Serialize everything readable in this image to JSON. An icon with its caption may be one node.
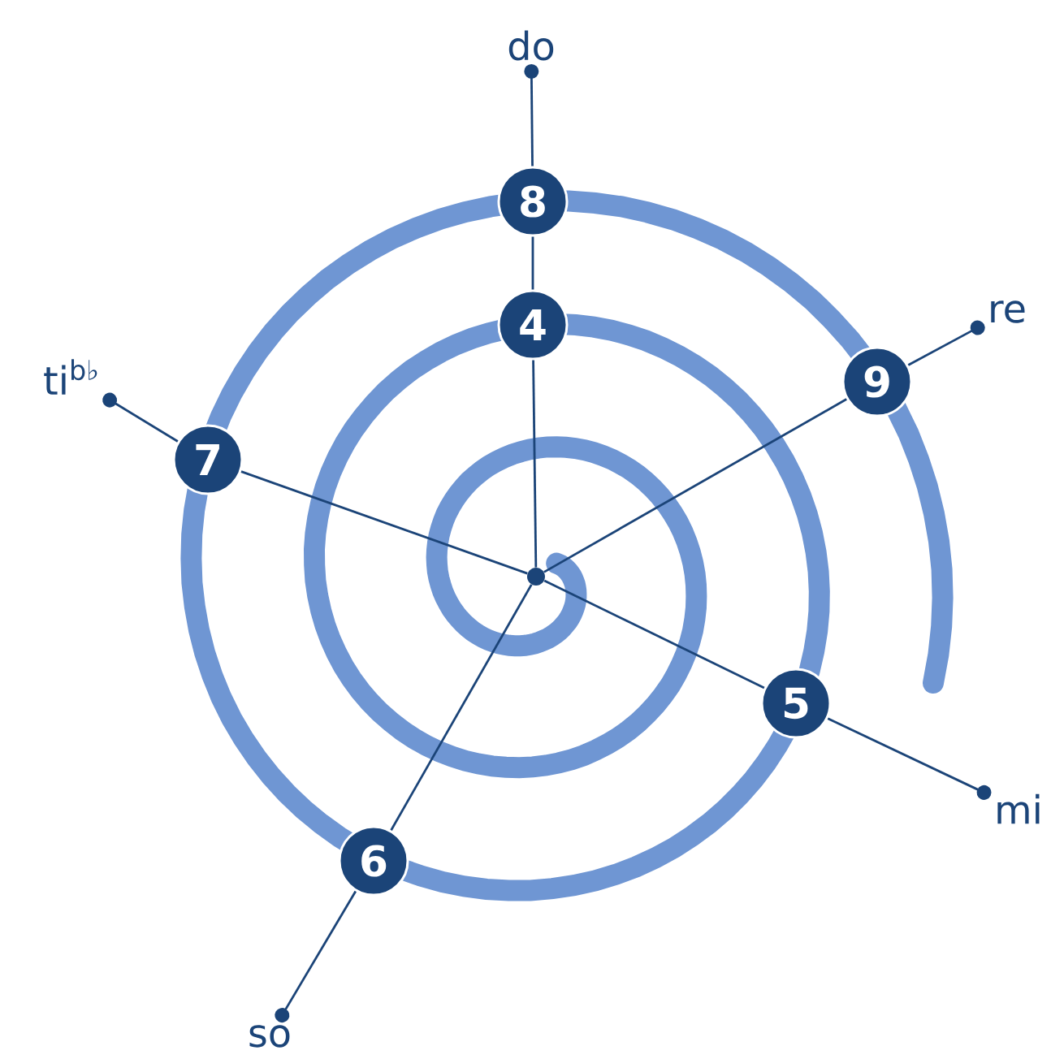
{
  "diagram": {
    "nodes": [
      {
        "text": [
          "do"
        ]
      },
      {
        "text": [
          "8"
        ]
      },
      {
        "text": [
          "4"
        ]
      },
      {
        "text": [
          "ti$^{b♭}$"
        ]
      },
      {
        "text": [
          "7"
        ]
      },
      {
        "text": [
          "re"
        ]
      },
      {
        "text": [
          "9"
        ]
      },
      {
        "text": [],
        "shape": "circle"
      },
      {
        "text": [
          "5"
        ]
      },
      {
        "text": [
          "mi"
        ]
      },
      {
        "text": [
          "6"
        ]
      },
      {
        "text": [
          "so"
        ]
      }
    ],
    "edges": [
      {
        "from": 7,
        "to": 2,
        "arrow": "none"
      },
      {
        "from": 2,
        "to": 1,
        "arrow": "none"
      },
      {
        "from": 1,
        "to": 0,
        "arrow": "other"
      },
      {
        "from": 7,
        "to": 6,
        "arrow": "none"
      },
      {
        "from": 6,
        "to": 5,
        "arrow": "other"
      },
      {
        "from": 7,
        "to": 8,
        "arrow": "none"
      },
      {
        "from": 8,
        "to": 9,
        "arrow": "other"
      },
      {
        "from": 7,
        "to": 10,
        "arrow": "none"
      },
      {
        "from": 10,
        "to": 11,
        "arrow": "other"
      },
      {
        "from": 7,
        "to": 4,
        "arrow": "none"
      },
      {
        "from": 4,
        "to": 3,
        "arrow": "other"
      }
    ]
  }
}
